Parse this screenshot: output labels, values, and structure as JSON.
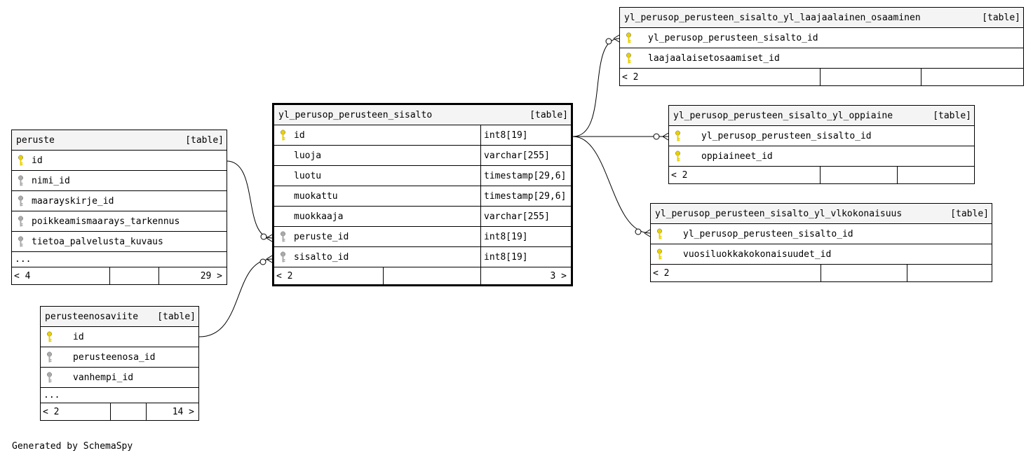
{
  "colors": {
    "primary_key": "#e8d000",
    "foreign_key": "#aaaaaa",
    "header_bg": "#f4f4f4"
  },
  "tables": {
    "main": {
      "name": "yl_perusop_perusteen_sisalto",
      "kind": "[table]",
      "columns": [
        {
          "name": "id",
          "type": "int8[19]",
          "key": "primary"
        },
        {
          "name": "luoja",
          "type": "varchar[255]",
          "key": "none"
        },
        {
          "name": "luotu",
          "type": "timestamp[29,6]",
          "key": "none"
        },
        {
          "name": "muokattu",
          "type": "timestamp[29,6]",
          "key": "none"
        },
        {
          "name": "muokkaaja",
          "type": "varchar[255]",
          "key": "none"
        },
        {
          "name": "peruste_id",
          "type": "int8[19]",
          "key": "foreign"
        },
        {
          "name": "sisalto_id",
          "type": "int8[19]",
          "key": "foreign"
        }
      ],
      "footer": {
        "parents": "< 2",
        "middle": "",
        "children": "3 >"
      }
    },
    "peruste": {
      "name": "peruste",
      "kind": "[table]",
      "columns": [
        {
          "name": "id",
          "key": "primary"
        },
        {
          "name": "nimi_id",
          "key": "foreign"
        },
        {
          "name": "maarayskirje_id",
          "key": "foreign"
        },
        {
          "name": "poikkeamismaarays_tarkennus",
          "key": "foreign"
        },
        {
          "name": "tietoa_palvelusta_kuvaus",
          "key": "foreign"
        }
      ],
      "more": "...",
      "footer": {
        "parents": "< 4",
        "middle": "",
        "children": "29 >"
      }
    },
    "perusteenosaviite": {
      "name": "perusteenosaviite",
      "kind": "[table]",
      "columns": [
        {
          "name": "id",
          "key": "primary"
        },
        {
          "name": "perusteenosa_id",
          "key": "foreign"
        },
        {
          "name": "vanhempi_id",
          "key": "foreign"
        }
      ],
      "more": "...",
      "footer": {
        "parents": "< 2",
        "middle": "",
        "children": "14 >"
      }
    },
    "laaja": {
      "name": "yl_perusop_perusteen_sisalto_yl_laajaalainen_osaaminen",
      "kind": "[table]",
      "columns": [
        {
          "name": "yl_perusop_perusteen_sisalto_id",
          "key": "primary"
        },
        {
          "name": "laajaalaisetosaamiset_id",
          "key": "primary"
        }
      ],
      "footer": {
        "parents": "< 2",
        "middle": "",
        "children": ""
      }
    },
    "oppiaine": {
      "name": "yl_perusop_perusteen_sisalto_yl_oppiaine",
      "kind": "[table]",
      "columns": [
        {
          "name": "yl_perusop_perusteen_sisalto_id",
          "key": "primary"
        },
        {
          "name": "oppiaineet_id",
          "key": "primary"
        }
      ],
      "footer": {
        "parents": "< 2",
        "middle": "",
        "children": ""
      }
    },
    "vlk": {
      "name": "yl_perusop_perusteen_sisalto_yl_vlkokonaisuus",
      "kind": "[table]",
      "columns": [
        {
          "name": "yl_perusop_perusteen_sisalto_id",
          "key": "primary"
        },
        {
          "name": "vuosiluokkakokonaisuudet_id",
          "key": "primary"
        }
      ],
      "footer": {
        "parents": "< 2",
        "middle": "",
        "children": ""
      }
    }
  },
  "footer_note": "Generated by SchemaSpy"
}
